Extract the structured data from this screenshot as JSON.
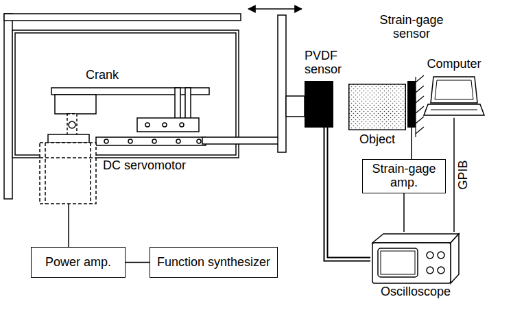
{
  "diagram": {
    "nodes": [
      {
        "text": [
          "PVDF sensor"
        ]
      },
      {
        "text": [
          "Strain-gage sensor"
        ]
      },
      {
        "text": [
          "Object"
        ]
      },
      {
        "text": [
          "Power amp."
        ]
      },
      {
        "text": [
          "Function synthesizer"
        ]
      },
      {
        "text": [
          "Strain-gage amp."
        ]
      },
      {
        "text": [
          "Computer"
        ]
      },
      {
        "text": [
          "Oscilloscope"
        ]
      }
    ],
    "edges": [
      {
        "from": 3,
        "to": 4,
        "arrow": "none"
      },
      {
        "from": 1,
        "to": 5,
        "arrow": "none"
      },
      {
        "from": 5,
        "to": 7,
        "arrow": "none"
      },
      {
        "from": 0,
        "to": 7,
        "arrow": "none"
      },
      {
        "from": 6,
        "to": 7,
        "label": "GPIB",
        "arrow": "none"
      }
    ],
    "labels": [
      "Crank",
      "DC servomotor"
    ]
  }
}
